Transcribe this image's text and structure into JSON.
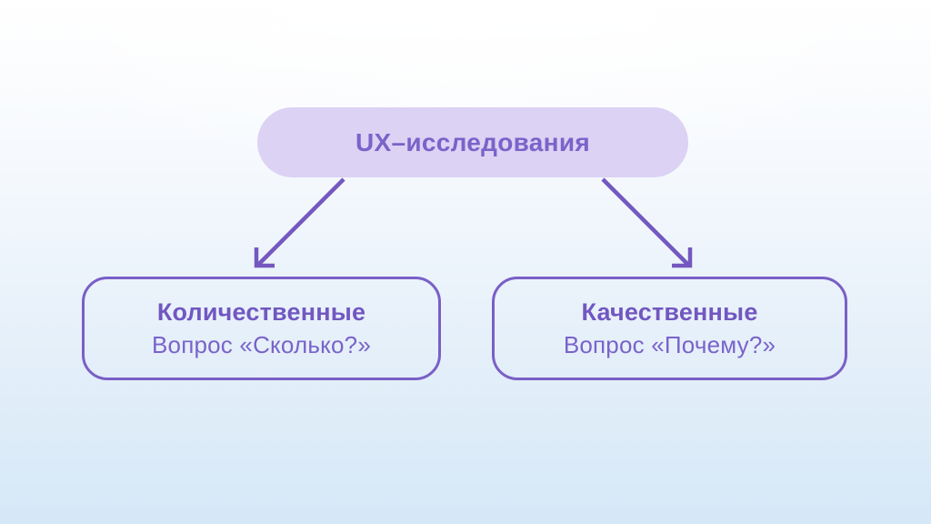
{
  "diagram": {
    "root": {
      "label": "UX–исследования"
    },
    "children": [
      {
        "title": "Количественные",
        "subtitle": "Вопрос «Сколько?»"
      },
      {
        "title": "Качественные",
        "subtitle": "Вопрос «Почему?»"
      }
    ],
    "colors": {
      "accent_purple": "#7a5ec6",
      "root_fill": "#dcd2f4",
      "root_text": "#7a63c9",
      "box_border": "#7a5fc6",
      "arrow_stroke": "#7458c0",
      "background_top": "#ffffff",
      "background_bottom": "#d5e8f7"
    }
  }
}
